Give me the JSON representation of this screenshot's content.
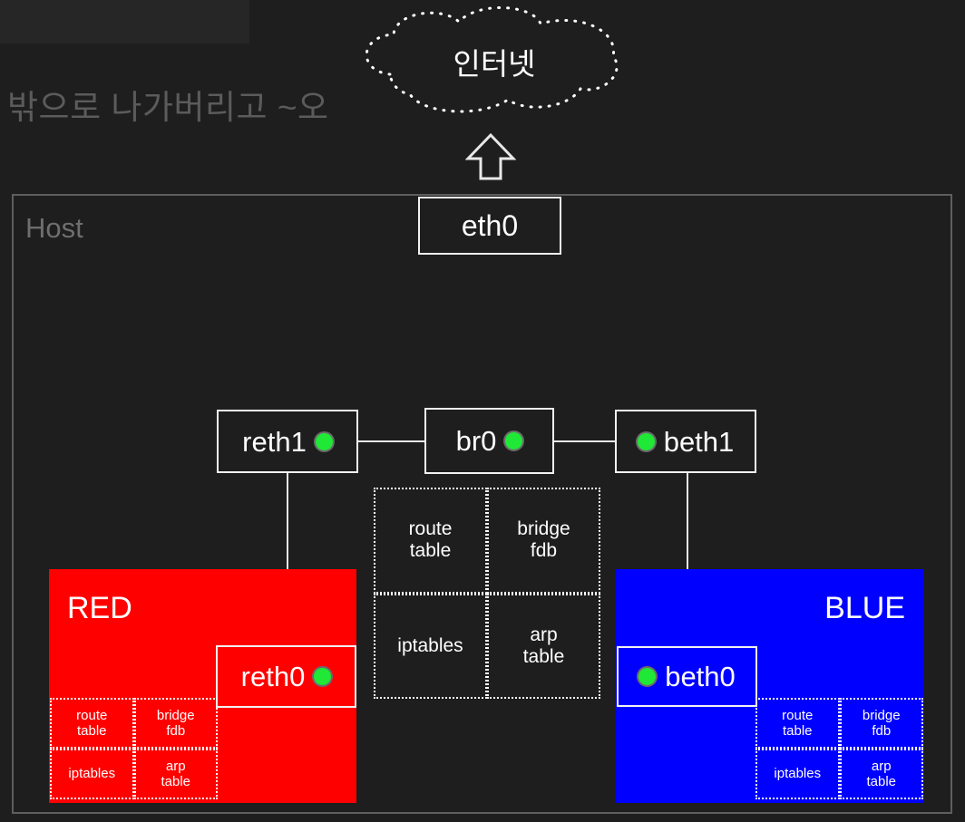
{
  "diagram": {
    "annotation": "밖으로 나가버리고 ~오",
    "internet": {
      "label": "인터넷",
      "icon": "cloud-icon"
    },
    "uplink_arrow": "up-arrow-icon",
    "host": {
      "label": "Host"
    },
    "devices": {
      "eth0": {
        "label": "eth0",
        "dot": false,
        "dot_side": ""
      },
      "reth1": {
        "label": "reth1",
        "dot": true,
        "dot_side": "right"
      },
      "br0": {
        "label": "br0",
        "dot": true,
        "dot_side": "right"
      },
      "beth1": {
        "label": "beth1",
        "dot": true,
        "dot_side": "left"
      },
      "reth0": {
        "label": "reth0",
        "dot": true,
        "dot_side": "right"
      },
      "beth0": {
        "label": "beth0",
        "dot": true,
        "dot_side": "left"
      }
    },
    "namespaces": [
      {
        "id": "red",
        "label": "RED",
        "color": "#ff0000"
      },
      {
        "id": "blue",
        "label": "BLUE",
        "color": "#0000ff"
      }
    ],
    "tables": {
      "route": "route\ntable",
      "route_l1": "route",
      "route_l2": "table",
      "bridge_l1": "bridge",
      "bridge_l2": "fdb",
      "iptables": "iptables",
      "arp_l1": "arp",
      "arp_l2": "table"
    },
    "colors": {
      "background": "#1e1e1e",
      "host_border": "#5e5e5e",
      "host_label": "#6e6e6e",
      "annotation": "#5b5b5b",
      "stroke": "#f2f2f2",
      "status_dot": "#1fe836",
      "red": "#ff0000",
      "blue": "#0000ff"
    }
  }
}
